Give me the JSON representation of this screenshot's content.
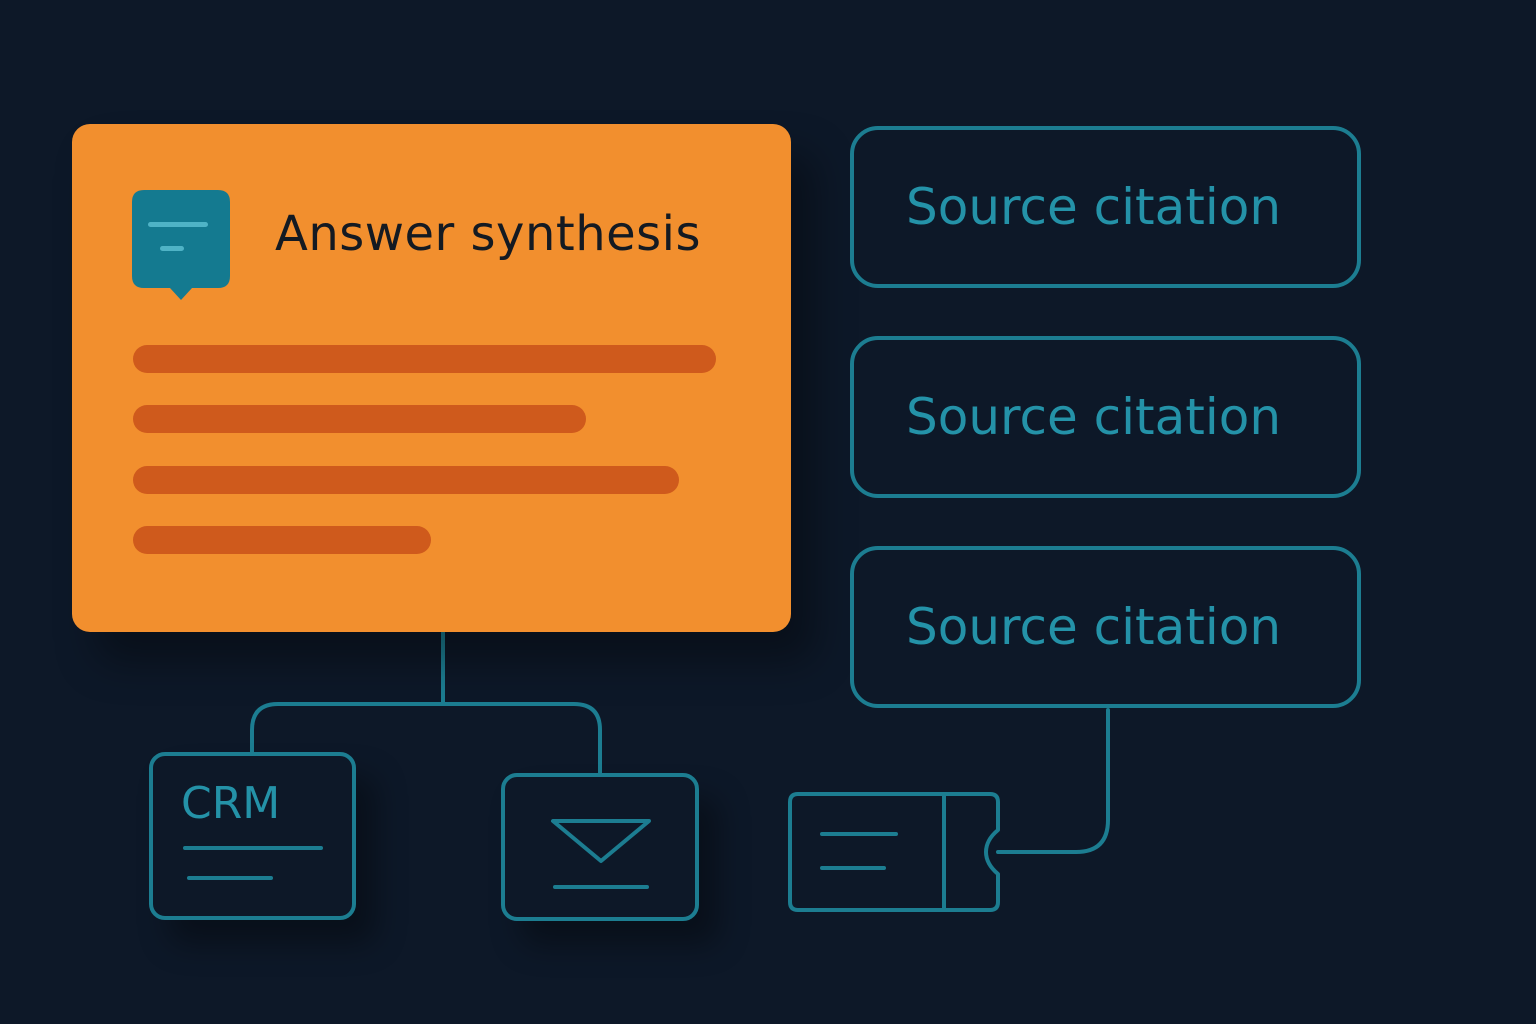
{
  "colors": {
    "background": "#0d1828",
    "card_fill": "#f28f2e",
    "card_bar": "#cf5a1c",
    "accent_teal": "#1c7d91",
    "label_teal": "#2492a8",
    "icon_fill": "#147a90"
  },
  "main_card": {
    "title": "Answer synthesis",
    "icon": "chat-bubble-icon"
  },
  "citations": [
    {
      "label": "Source citation"
    },
    {
      "label": "Source citation"
    },
    {
      "label": "Source citation"
    }
  ],
  "sources": {
    "crm": {
      "label": "CRM"
    },
    "email": {
      "icon": "envelope-icon"
    },
    "ticket": {
      "icon": "ticket-icon"
    }
  }
}
